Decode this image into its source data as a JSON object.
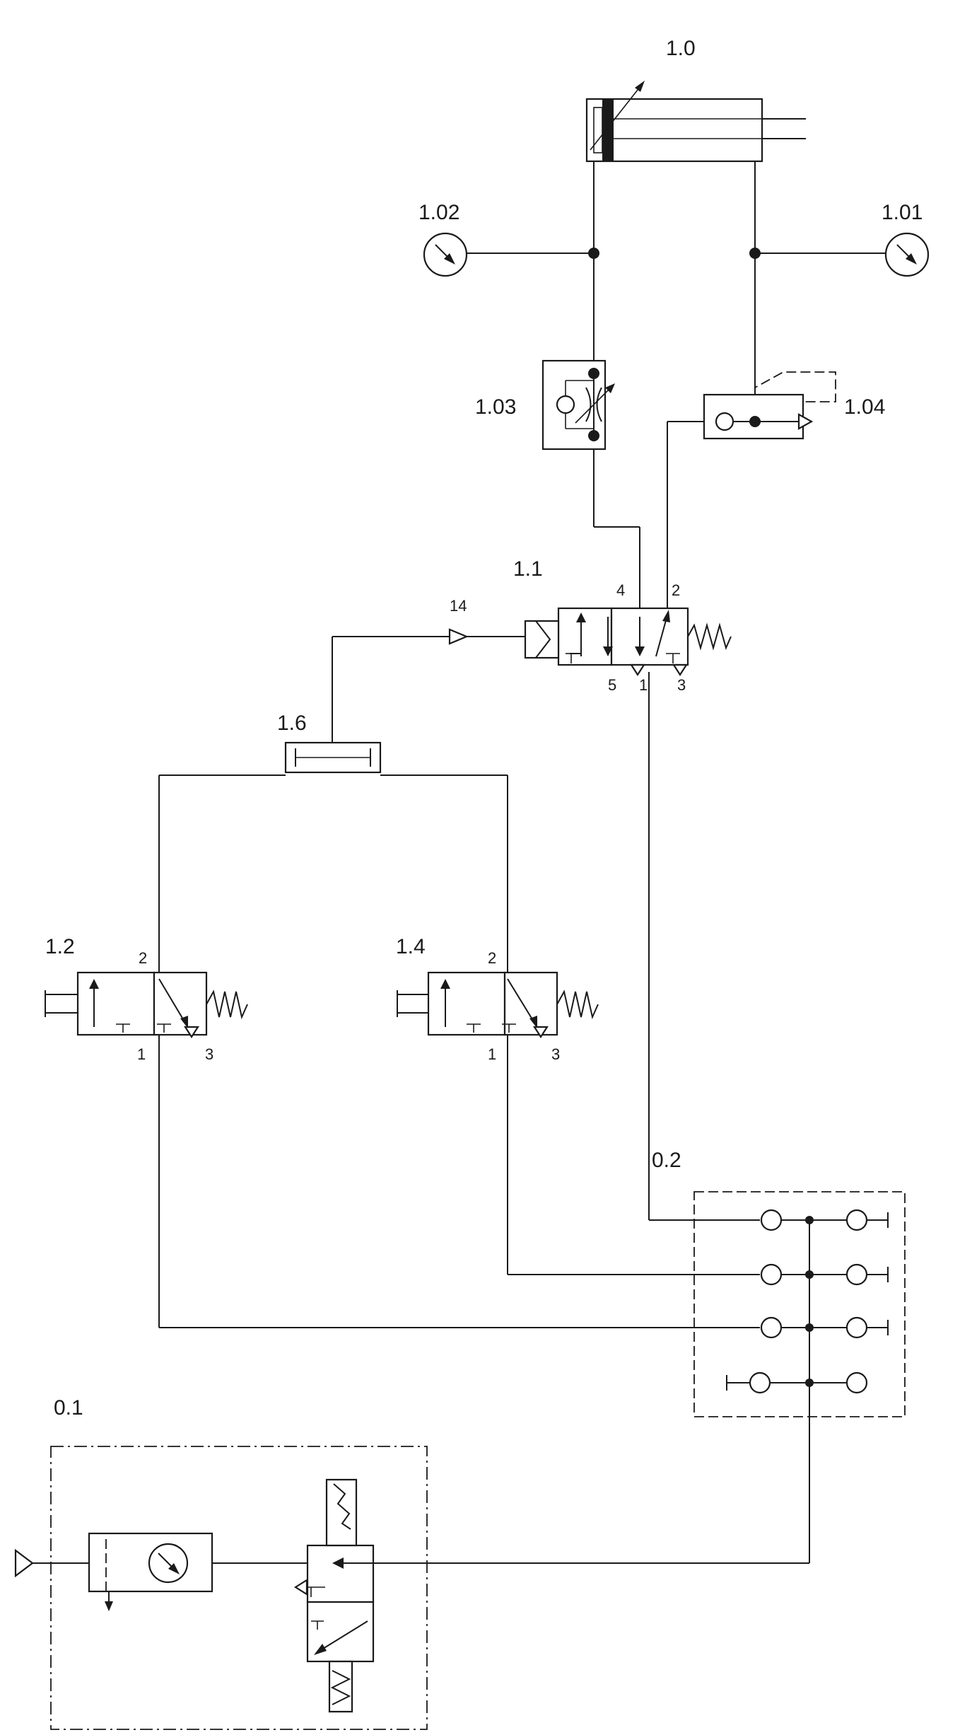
{
  "labels": {
    "cylinder": "1.0",
    "gauge_left": "1.02",
    "gauge_right": "1.01",
    "flow_control": "1.03",
    "quick_exhaust": "1.04",
    "valve_main": "1.1",
    "shuttle": "1.6",
    "valve_left": "1.2",
    "valve_right": "1.4",
    "manifold": "0.2",
    "service_unit": "0.1"
  },
  "ports": {
    "main_pilot": "14",
    "main_4": "4",
    "main_2": "2",
    "main_5": "5",
    "main_1": "1",
    "main_3": "3",
    "left_2": "2",
    "left_1": "1",
    "left_3": "3",
    "right_2": "2",
    "right_1": "1",
    "right_3": "3"
  }
}
